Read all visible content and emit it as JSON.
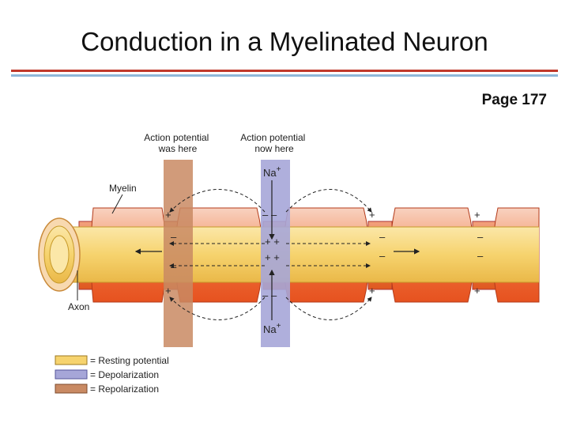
{
  "title": "Conduction in a Myelinated Neuron",
  "page_ref": "Page 177",
  "labels": {
    "ap_was": [
      "Action potential",
      "was here"
    ],
    "ap_now": [
      "Action potential",
      "now here"
    ],
    "myelin": "Myelin",
    "axon": "Axon",
    "na_top": "Na",
    "na_bottom": "Na",
    "na_sup": "+"
  },
  "legend": [
    {
      "label": "= Resting potential",
      "color": "#f6d36e"
    },
    {
      "label": "= Depolarization",
      "color": "#a6a6d8"
    },
    {
      "label": "= Repolarization",
      "color": "#c98a63"
    }
  ],
  "charges": {
    "plus": "+",
    "minus": "–",
    "double_plus": "+ +"
  },
  "colors": {
    "myelin_light": "#f4b9a0",
    "myelin_dark": "#e8552a",
    "axon": "#f6d36e",
    "depol": "#a6a6d8",
    "repol": "#c98a63"
  }
}
